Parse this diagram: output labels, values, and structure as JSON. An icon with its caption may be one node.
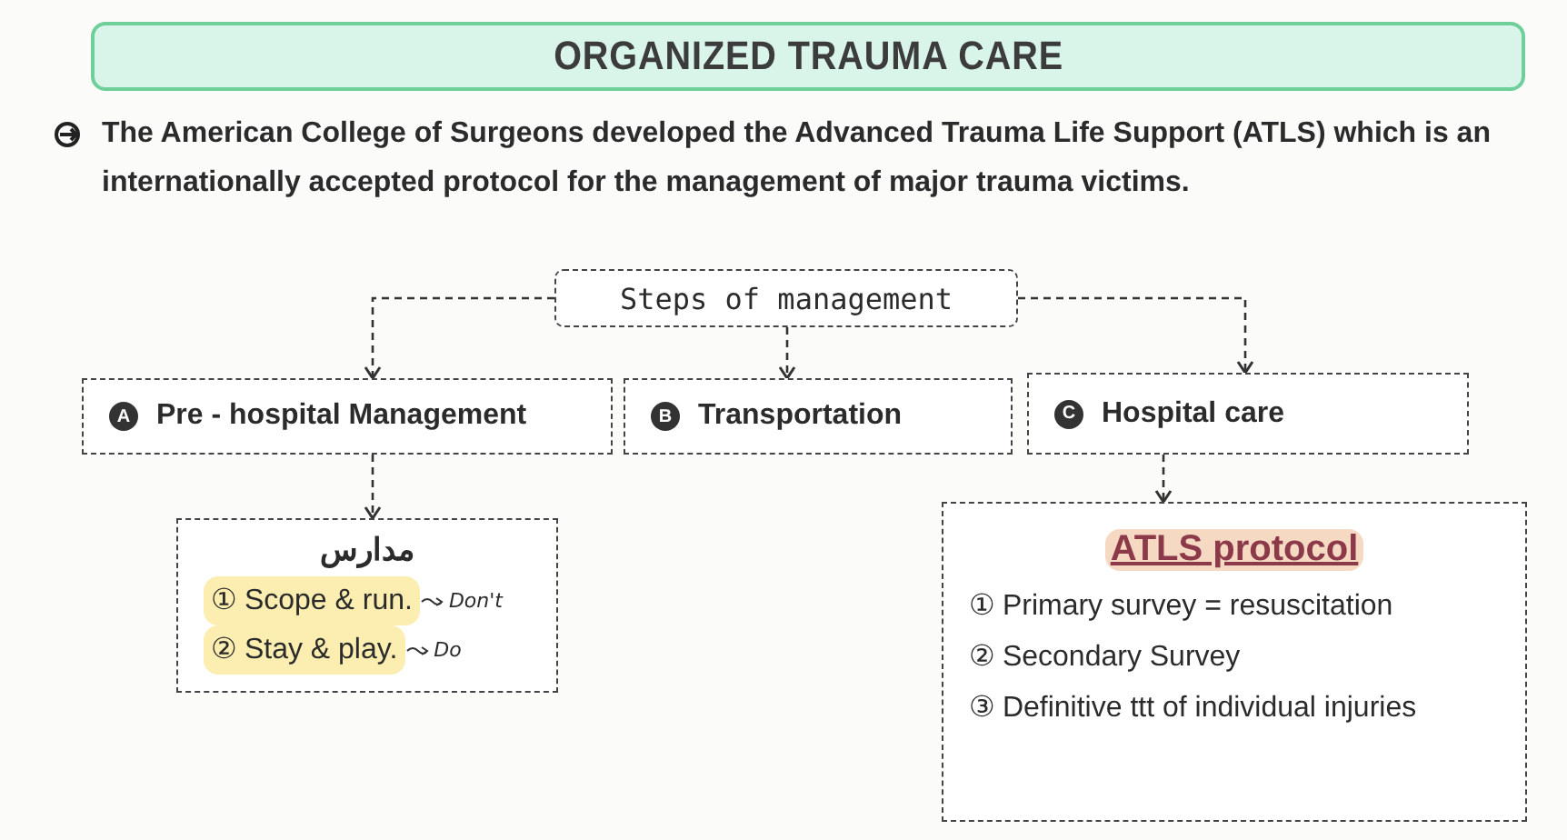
{
  "diagram": {
    "title": "ORGANIZED TRAUMA CARE",
    "nodes": [
      {
        "text": [
          "Steps of management"
        ]
      },
      {
        "text": [
          "A",
          "Pre - hospital Management"
        ]
      },
      {
        "text": [
          "B",
          "Transportation"
        ]
      },
      {
        "text": [
          "C",
          "Hospital care"
        ]
      },
      {
        "text": [
          "مدارس",
          "① Scope & run.",
          "Don't",
          "② Stay & play.",
          "Do"
        ]
      },
      {
        "text": [
          "ATLS protocol",
          "① Primary survey = resuscitation",
          "② Secondary Survey",
          "③ Definitive ttt of individual injuries"
        ]
      }
    ],
    "edges": [
      {
        "from": 0,
        "to": 1,
        "arrow": "to"
      },
      {
        "from": 0,
        "to": 2,
        "arrow": "to"
      },
      {
        "from": 0,
        "to": 3,
        "arrow": "to"
      },
      {
        "from": 1,
        "to": 4,
        "arrow": "to"
      },
      {
        "from": 3,
        "to": 5,
        "arrow": "to"
      }
    ],
    "labels": [
      "The American College of Surgeons developed the Advanced Trauma Life Support (ATLS) which is an internationally accepted protocol for the management of major trauma victims."
    ]
  }
}
